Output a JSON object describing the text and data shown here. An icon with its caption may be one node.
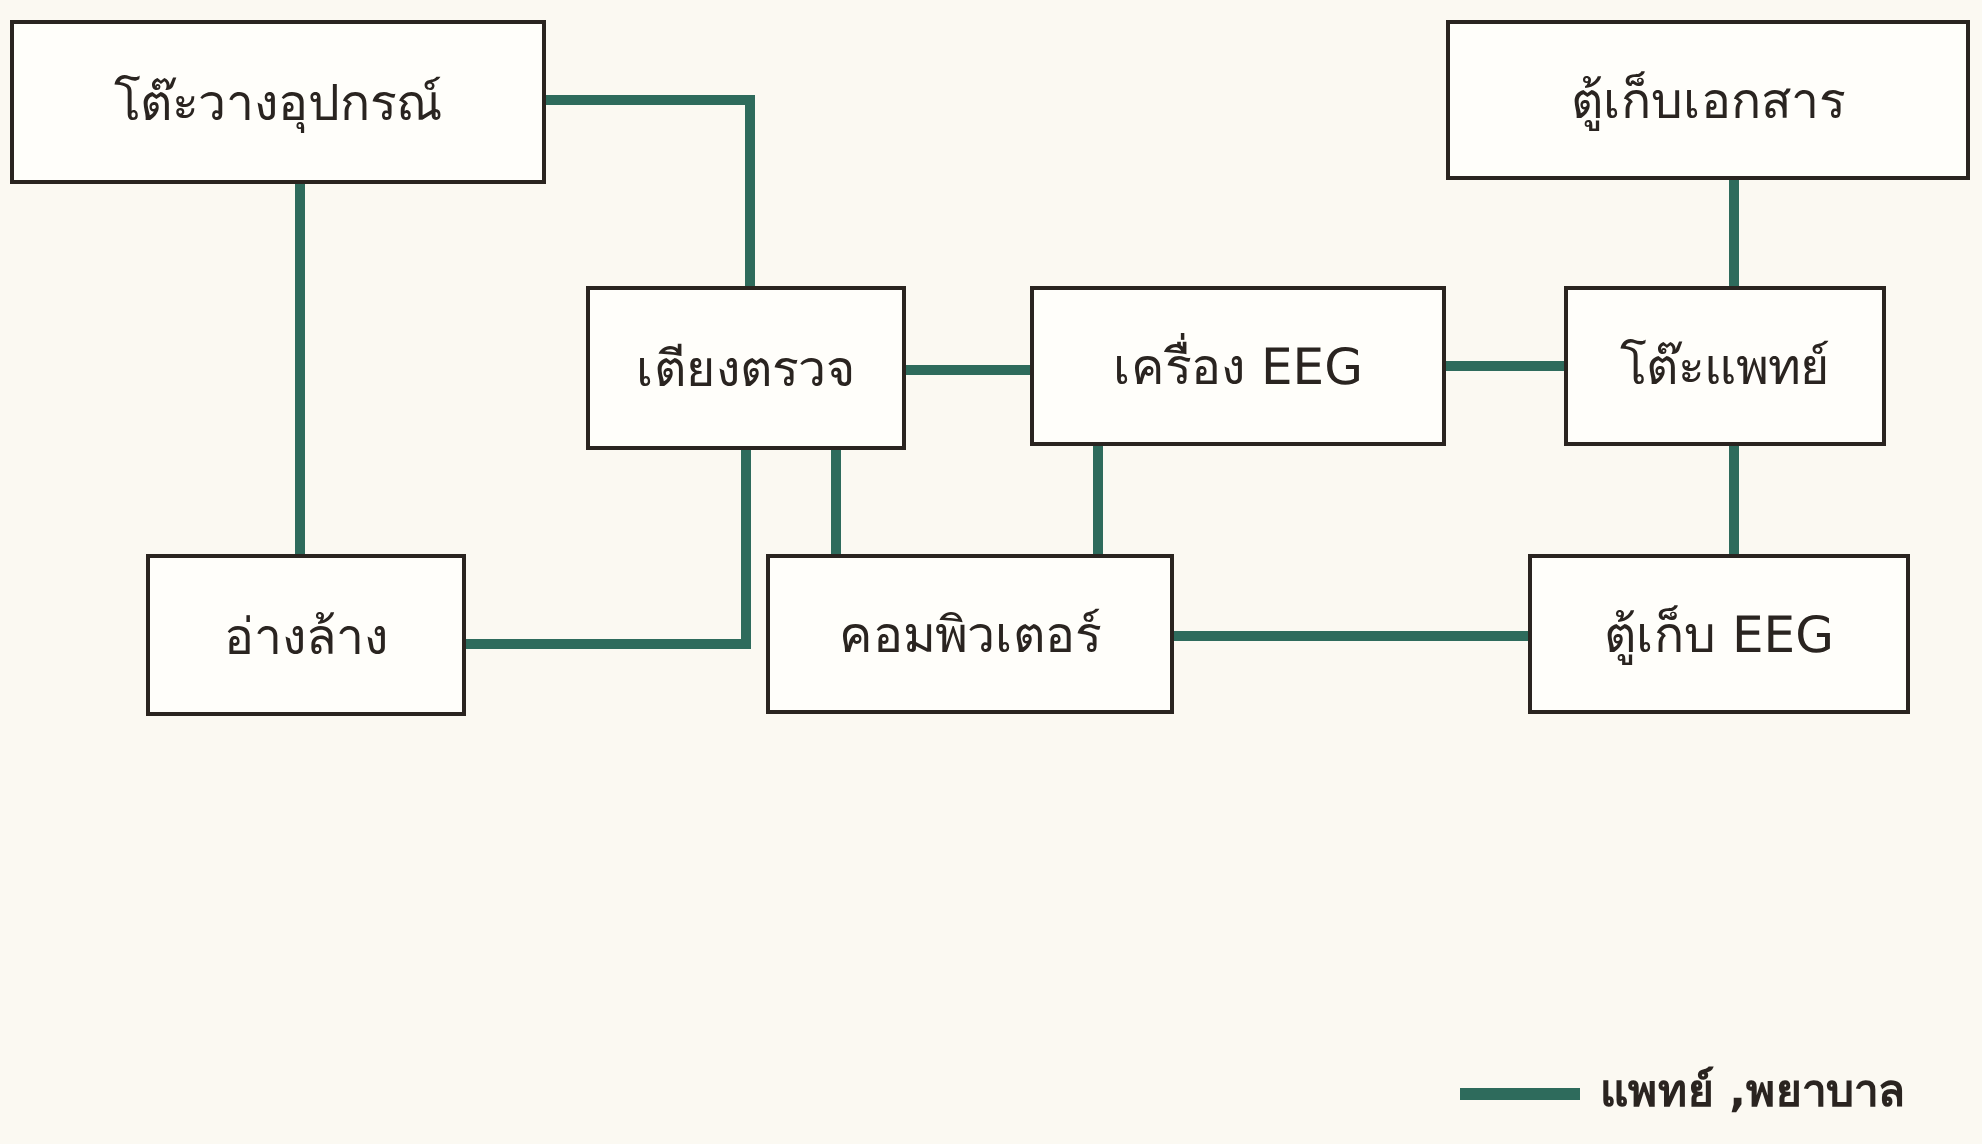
{
  "diagram": {
    "nodes": [
      {
        "text": [
          "โต๊ะวางอุปกรณ์"
        ]
      },
      {
        "text": [
          "ตู้เก็บเอกสาร"
        ]
      },
      {
        "text": [
          "เตียงตรวจ"
        ]
      },
      {
        "text": [
          "เครื่อง EEG"
        ]
      },
      {
        "text": [
          "โต๊ะแพทย์"
        ]
      },
      {
        "text": [
          "อ่างล้าง"
        ]
      },
      {
        "text": [
          "คอมพิวเตอร์"
        ]
      },
      {
        "text": [
          "ตู้เก็บ EEG"
        ]
      }
    ],
    "edges": [
      {
        "from": 0,
        "to": 2,
        "arrow": "none"
      },
      {
        "from": 0,
        "to": 5,
        "arrow": "none"
      },
      {
        "from": 2,
        "to": 3,
        "arrow": "none"
      },
      {
        "from": 2,
        "to": 5,
        "arrow": "none"
      },
      {
        "from": 2,
        "to": 6,
        "arrow": "none"
      },
      {
        "from": 3,
        "to": 4,
        "arrow": "none"
      },
      {
        "from": 3,
        "to": 6,
        "arrow": "none"
      },
      {
        "from": 1,
        "to": 4,
        "arrow": "none"
      },
      {
        "from": 4,
        "to": 7,
        "arrow": "none"
      },
      {
        "from": 6,
        "to": 7,
        "arrow": "none"
      }
    ],
    "legend": [
      {
        "text": "แพทย์ ,พยาบาล"
      }
    ]
  }
}
